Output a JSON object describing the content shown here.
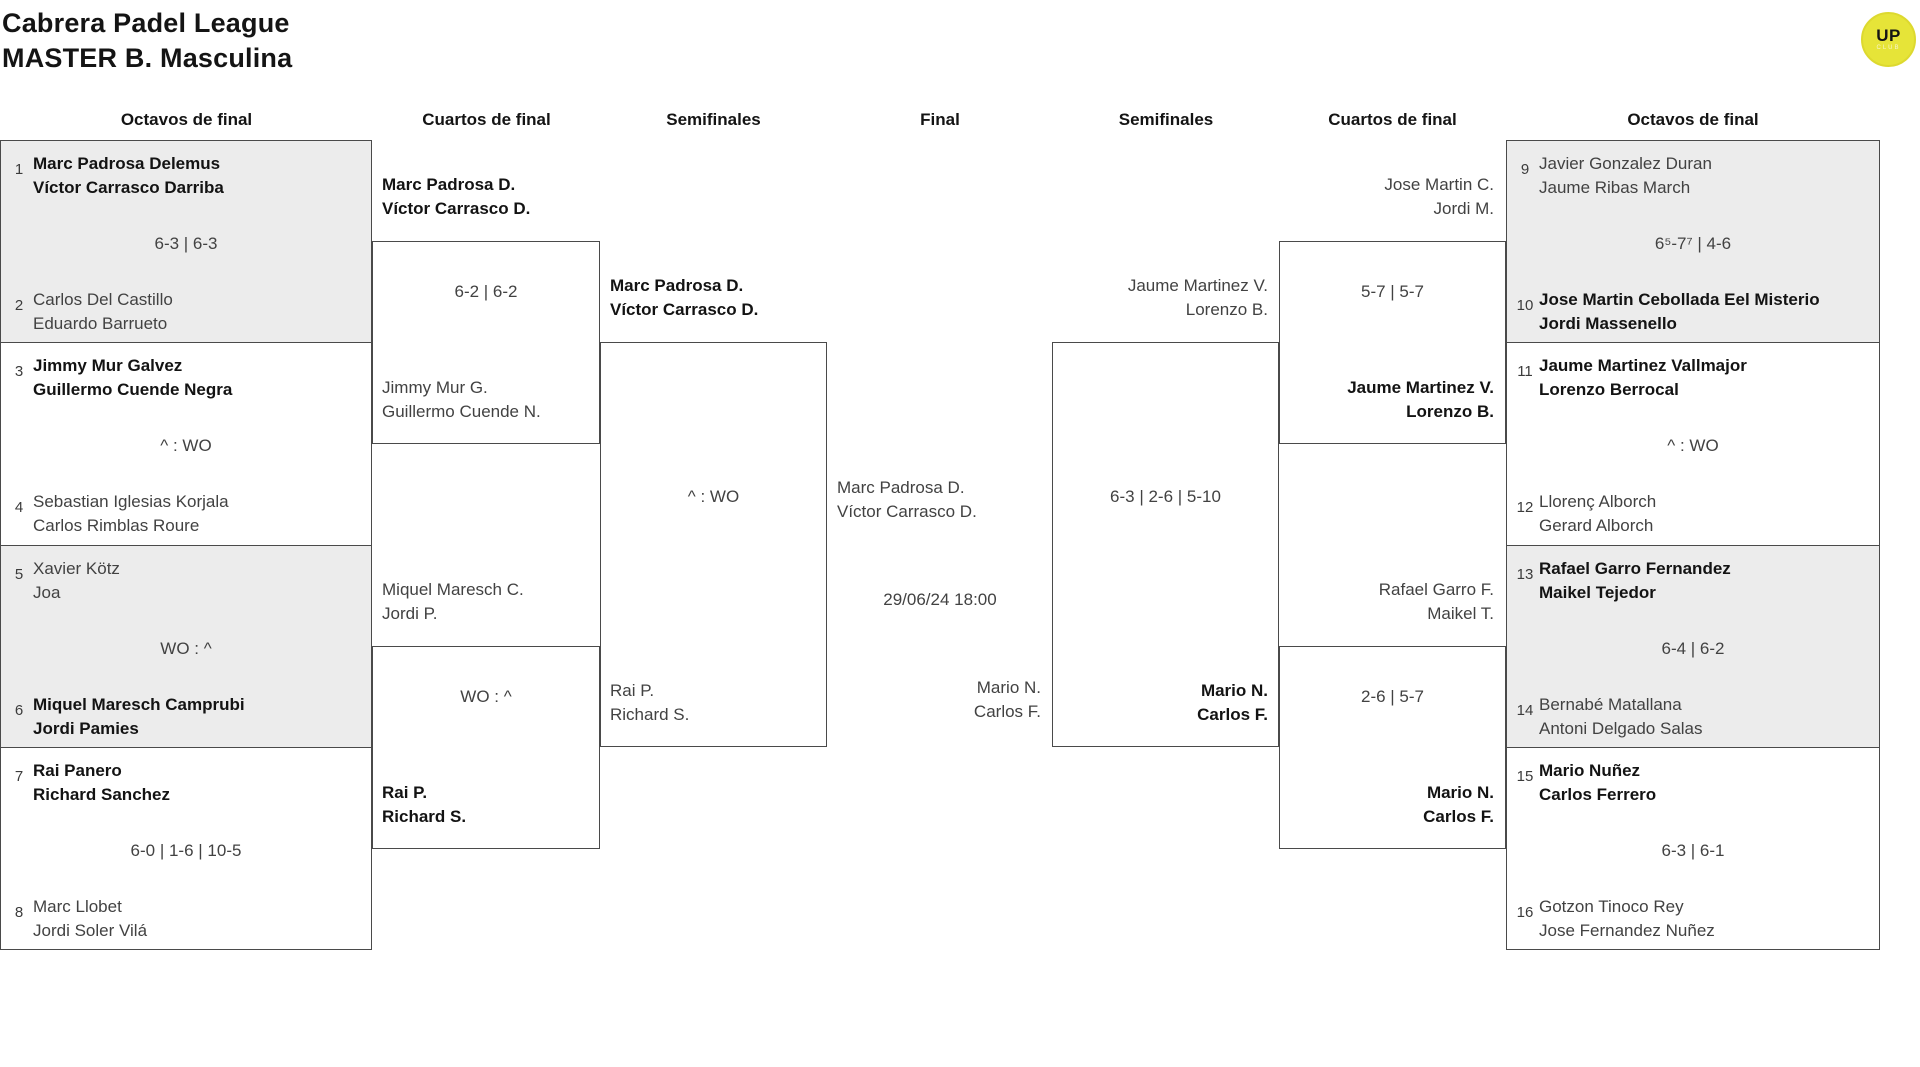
{
  "header": {
    "title_line1": "Cabrera Padel League",
    "title_line2": "MASTER B. Masculina"
  },
  "logo": {
    "text": "UP",
    "subtext": "CLUB"
  },
  "colors": {
    "logo_yellow": "#e6e438",
    "shaded_cell": "#ececec",
    "box_border": "#4a4a4a"
  },
  "round_headers": {
    "r16_left": "Octavos de final",
    "qf_left": "Cuartos de final",
    "sf_left": "Semifinales",
    "final": "Final",
    "sf_right": "Semifinales",
    "qf_right": "Cuartos de final",
    "r16_right": "Octavos de final"
  },
  "r16_left": [
    {
      "seed_top": "1",
      "team_top": [
        "Marc Padrosa Delemus",
        "Víctor Carrasco Darriba"
      ],
      "top_winner": true,
      "score": "6-3 | 6-3",
      "seed_bottom": "2",
      "team_bottom": [
        "Carlos Del Castillo",
        "Eduardo Barrueto"
      ],
      "bottom_winner": false
    },
    {
      "seed_top": "3",
      "team_top": [
        "Jimmy Mur Galvez",
        "Guillermo Cuende Negra"
      ],
      "top_winner": true,
      "score": "^ : WO",
      "seed_bottom": "4",
      "team_bottom": [
        "Sebastian Iglesias Korjala",
        "Carlos Rimblas Roure"
      ],
      "bottom_winner": false
    },
    {
      "seed_top": "5",
      "team_top": [
        "Xavier Kötz",
        "Joa"
      ],
      "top_winner": false,
      "score": "WO : ^",
      "seed_bottom": "6",
      "team_bottom": [
        "Miquel Maresch Camprubi",
        "Jordi Pamies"
      ],
      "bottom_winner": true
    },
    {
      "seed_top": "7",
      "team_top": [
        "Rai Panero",
        "Richard Sanchez"
      ],
      "top_winner": true,
      "score": "6-0 | 1-6 | 10-5",
      "seed_bottom": "8",
      "team_bottom": [
        "Marc Llobet",
        "Jordi Soler Vilá"
      ],
      "bottom_winner": false
    }
  ],
  "r16_right": [
    {
      "seed_top": "9",
      "team_top": [
        "Javier Gonzalez Duran",
        "Jaume Ribas March"
      ],
      "top_winner": false,
      "score": "6⁵-7⁷ | 4-6",
      "seed_bottom": "10",
      "team_bottom": [
        "Jose Martin Cebollada Eel Misterio",
        "Jordi Massenello"
      ],
      "bottom_winner": true
    },
    {
      "seed_top": "11",
      "team_top": [
        "Jaume Martinez Vallmajor",
        "Lorenzo Berrocal"
      ],
      "top_winner": true,
      "score": "^ : WO",
      "seed_bottom": "12",
      "team_bottom": [
        "Llorenç Alborch",
        "Gerard Alborch"
      ],
      "bottom_winner": false
    },
    {
      "seed_top": "13",
      "team_top": [
        "Rafael Garro Fernandez",
        "Maikel Tejedor"
      ],
      "top_winner": true,
      "score": "6-4 | 6-2",
      "seed_bottom": "14",
      "team_bottom": [
        "Bernabé Matallana",
        "Antoni Delgado Salas"
      ],
      "bottom_winner": false
    },
    {
      "seed_top": "15",
      "team_top": [
        "Mario Nuñez",
        "Carlos Ferrero"
      ],
      "top_winner": true,
      "score": "6-3 | 6-1",
      "seed_bottom": "16",
      "team_bottom": [
        "Gotzon Tinoco Rey",
        "Jose Fernandez Nuñez"
      ],
      "bottom_winner": false
    }
  ],
  "qf": {
    "left": [
      {
        "team_top": [
          "Marc Padrosa D.",
          "Víctor Carrasco D."
        ],
        "top_winner": true,
        "score": "6-2 | 6-2",
        "team_bottom": [
          "Jimmy Mur G.",
          "Guillermo Cuende N."
        ],
        "bottom_winner": false
      },
      {
        "team_top": [
          "Miquel Maresch C.",
          "Jordi P."
        ],
        "top_winner": false,
        "score": "WO : ^",
        "team_bottom": [
          "Rai P.",
          "Richard S."
        ],
        "bottom_winner": true
      }
    ],
    "right": [
      {
        "team_top": [
          "Jose Martin C.",
          "Jordi M."
        ],
        "top_winner": false,
        "score": "5-7 | 5-7",
        "team_bottom": [
          "Jaume Martinez V.",
          "Lorenzo B."
        ],
        "bottom_winner": true
      },
      {
        "team_top": [
          "Rafael Garro F.",
          "Maikel T."
        ],
        "top_winner": false,
        "score": "2-6 | 5-7",
        "team_bottom": [
          "Mario N.",
          "Carlos F."
        ],
        "bottom_winner": true
      }
    ]
  },
  "sf": {
    "left": {
      "team_top": [
        "Marc Padrosa D.",
        "Víctor Carrasco D."
      ],
      "top_winner": true,
      "score": "^ : WO",
      "team_bottom": [
        "Rai P.",
        "Richard S."
      ],
      "bottom_winner": false
    },
    "right": {
      "team_top": [
        "Jaume Martinez V.",
        "Lorenzo B."
      ],
      "top_winner": false,
      "score": "6-3 | 2-6 | 5-10",
      "team_bottom": [
        "Mario N.",
        "Carlos F."
      ],
      "bottom_winner": true
    }
  },
  "final": {
    "team_left": [
      "Marc Padrosa D.",
      "Víctor Carrasco D."
    ],
    "team_left_winner": false,
    "datetime": "29/06/24 18:00",
    "team_right": [
      "Mario N.",
      "Carlos F."
    ],
    "team_right_winner": false
  }
}
